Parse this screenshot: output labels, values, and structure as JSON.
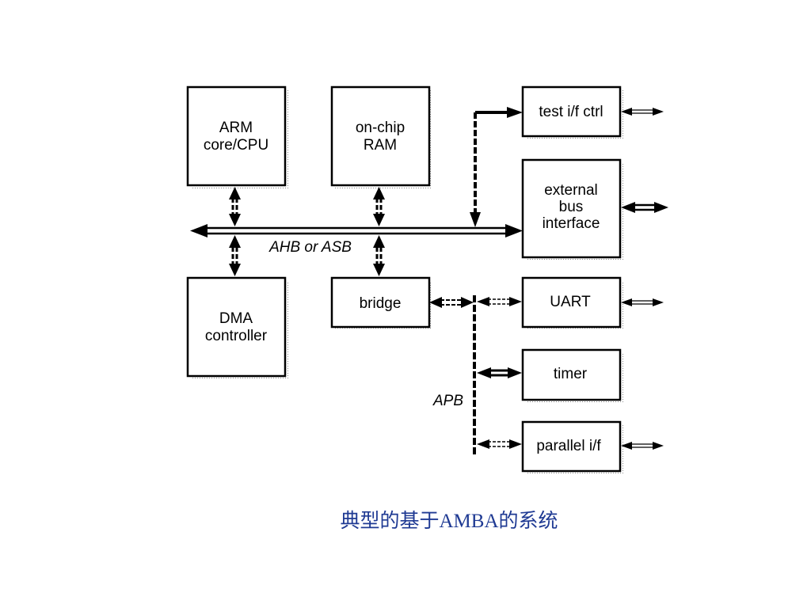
{
  "diagram": {
    "blocks": {
      "arm_cpu": [
        "ARM",
        "core/CPU"
      ],
      "on_chip_ram": [
        "on-chip",
        "RAM"
      ],
      "dma_controller": [
        "DMA",
        "controller"
      ],
      "bridge": [
        "bridge"
      ],
      "test_if_ctrl": [
        "test i/f ctrl"
      ],
      "external_bus_interface": [
        "external",
        "bus",
        "interface"
      ],
      "uart": [
        "UART"
      ],
      "timer": [
        "timer"
      ],
      "parallel_if": [
        "parallel i/f"
      ]
    },
    "buses": {
      "main_bus": "AHB or ASB",
      "peripheral_bus": "APB"
    }
  },
  "caption": "典型的基于AMBA的系统"
}
